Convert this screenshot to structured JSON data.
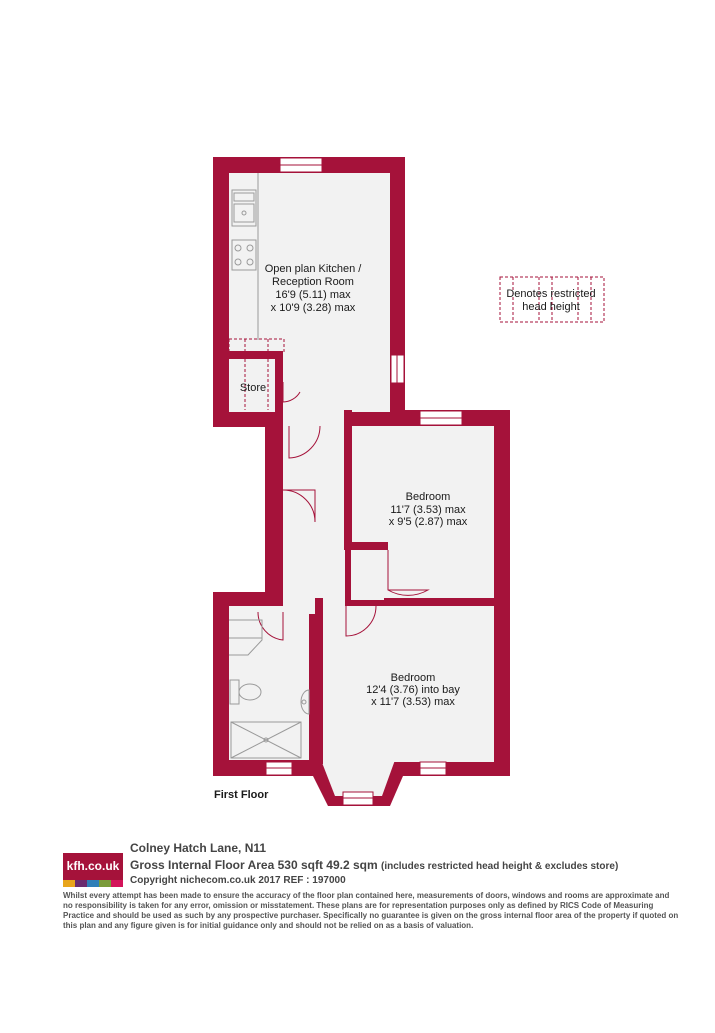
{
  "colors": {
    "wall": "#a5123a",
    "floor": "#f2f2f2",
    "fixture_line": "#9a9a9a",
    "restricted_dash": "#a5123a",
    "logo_stripes": [
      "#e8a51c",
      "#6a2b6e",
      "#2f7fb7",
      "#7a9b3a",
      "#d3145a"
    ]
  },
  "icons": [
    "sink-icon",
    "hob-icon",
    "toilet-icon",
    "basin-icon",
    "shower-tray-icon",
    "stairs-icon"
  ],
  "rooms": {
    "kitchen": {
      "line1": "Open plan Kitchen /",
      "line2": "Reception Room",
      "line3": "16'9 (5.11) max",
      "line4": "x 10'9 (3.28) max"
    },
    "store": {
      "label": "Store"
    },
    "bedroom1": {
      "line1": "Bedroom",
      "line2": "11'7 (3.53) max",
      "line3": "x 9'5 (2.87) max"
    },
    "bedroom2": {
      "line1": "Bedroom",
      "line2": "12'4 (3.76) into bay",
      "line3": "x 11'7 (3.53) max"
    }
  },
  "legend": {
    "line1": "Denotes restricted",
    "line2": "head height"
  },
  "floor_label": "First Floor",
  "footer": {
    "address": "Colney Hatch Lane, N11",
    "area": "Gross Internal Floor Area 530 sqft 49.2 sqm",
    "area_note": "(includes restricted head height & excludes store)",
    "copyright": "Copyright nichecom.co.uk 2017 REF : 197000",
    "disclaimer": "Whilst every attempt has been made to ensure the accuracy of the floor plan contained here, measurements of doors, windows and rooms are approximate and no responsibility is taken for any error, omission or misstatement.  These plans are for representation purposes only as defined by RICS Code of Measuring Practice and should be used as such by any prospective purchaser.  Specifically no guarantee is given on the gross internal floor area of the property if quoted on this plan and any figure given is for initial guidance only and should not be relied on as a basis of valuation."
  },
  "logo": {
    "text": "kfh.co.uk"
  }
}
